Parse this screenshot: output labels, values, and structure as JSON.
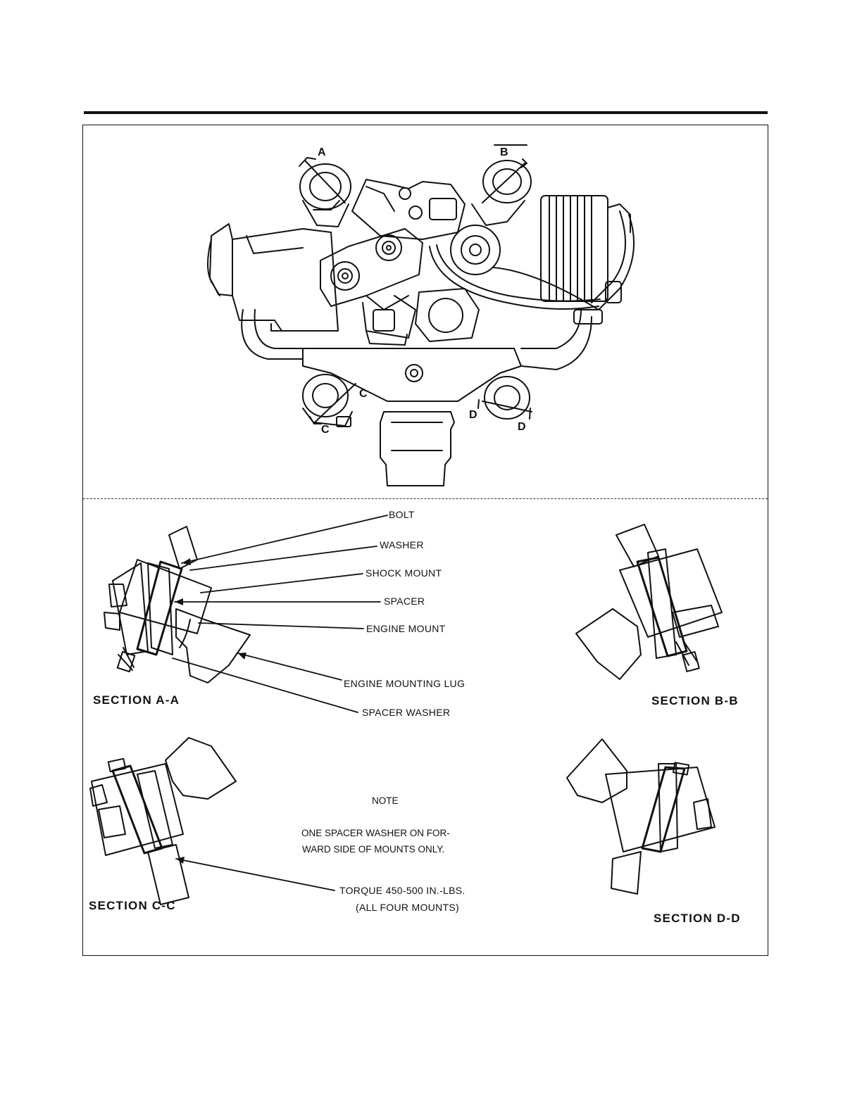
{
  "cut_markers": {
    "a": "A",
    "b": "B",
    "c_upper": "C",
    "c_lower": "C",
    "d_left": "D",
    "d_right": "D"
  },
  "callouts": {
    "bolt": "BOLT",
    "washer": "WASHER",
    "shock_mount": "SHOCK MOUNT",
    "spacer": "SPACER",
    "engine_mount": "ENGINE MOUNT",
    "engine_mounting_lug": "ENGINE MOUNTING LUG",
    "spacer_washer": "SPACER WASHER",
    "torque_line1": "TORQUE 450-500 IN.-LBS.",
    "torque_line2": "(ALL FOUR MOUNTS)"
  },
  "sections": {
    "a": "SECTION A-A",
    "b": "SECTION B-B",
    "c": "SECTION C-C",
    "d": "SECTION D-D"
  },
  "note": {
    "heading": "NOTE",
    "line1": "ONE SPACER WASHER ON FOR-",
    "line2": "WARD SIDE OF MOUNTS ONLY."
  },
  "colors": {
    "ink": "#111111",
    "paper": "#ffffff"
  }
}
